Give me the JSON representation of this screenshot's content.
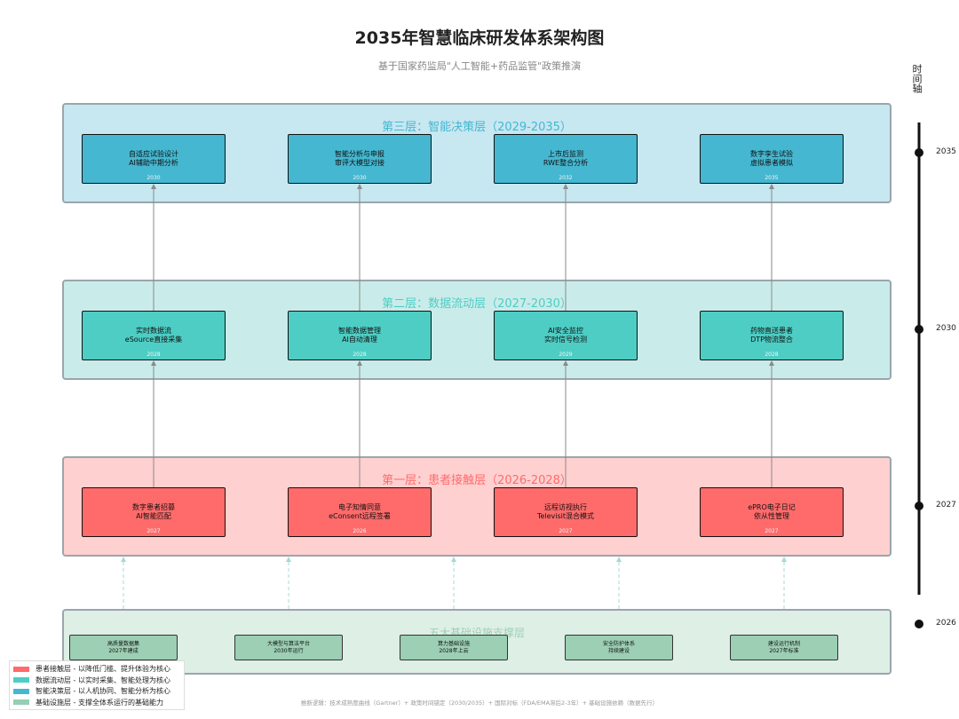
{
  "title": "2035年智慧临床研发体系架构图",
  "subtitle": "基于国家药监局\"人工智能+药品监管\"政策推演",
  "colors": {
    "layer3_fill": "#c7e7f1",
    "layer3_card": "#45b7d1",
    "layer3_title": "#45b7d1",
    "layer2_fill": "#c9ecea",
    "layer2_card": "#4ecdc4",
    "layer2_title": "#4ecdc4",
    "layer1_fill": "#ffd0d0",
    "layer1_card": "#ff6b6b",
    "layer1_title": "#ff6b6b",
    "infra_fill": "#deefe6",
    "infra_card": "#9ccfb3",
    "infra_title": "#9ccfb3"
  },
  "layers": {
    "l3": {
      "title": "第三层：智能决策层（2029-2035）",
      "cards": [
        {
          "line1": "自适应试验设计",
          "line2": "AI辅助中期分析",
          "year": "2030"
        },
        {
          "line1": "智能分析与申报",
          "line2": "审评大模型对接",
          "year": "2030"
        },
        {
          "line1": "上市后监测",
          "line2": "RWE整合分析",
          "year": "2032"
        },
        {
          "line1": "数字孪生试验",
          "line2": "虚拟患者模拟",
          "year": "2035"
        }
      ]
    },
    "l2": {
      "title": "第二层：数据流动层（2027-2030）",
      "cards": [
        {
          "line1": "实时数据流",
          "line2": "eSource直接采集",
          "year": "2028"
        },
        {
          "line1": "智能数据管理",
          "line2": "AI自动清理",
          "year": "2028"
        },
        {
          "line1": "AI安全监控",
          "line2": "实时信号检测",
          "year": "2029"
        },
        {
          "line1": "药物直送患者",
          "line2": "DTP物流整合",
          "year": "2028"
        }
      ]
    },
    "l1": {
      "title": "第一层：患者接触层（2026-2028）",
      "cards": [
        {
          "line1": "数字患者招募",
          "line2": "AI智能匹配",
          "year": "2027"
        },
        {
          "line1": "电子知情同意",
          "line2": "eConsent远程签署",
          "year": "2026"
        },
        {
          "line1": "远程访视执行",
          "line2": "Televisit混合模式",
          "year": "2027"
        },
        {
          "line1": "ePRO电子日记",
          "line2": "依从性管理",
          "year": "2027"
        }
      ]
    },
    "infra": {
      "title": "五大基础设施支撑层",
      "cards": [
        {
          "line1": "高质量数据集",
          "line2": "2027年建成"
        },
        {
          "line1": "大模型与算法平台",
          "line2": "2030年运行"
        },
        {
          "line1": "算力基础设施",
          "line2": "2028年上云"
        },
        {
          "line1": "安全防护体系",
          "line2": "持续建设"
        },
        {
          "line1": "建设运行机制",
          "line2": "2027年标准"
        }
      ]
    }
  },
  "timeline": {
    "title": "时间轴",
    "ticks": [
      "2035",
      "2030",
      "2027",
      "2026"
    ]
  },
  "legend": [
    {
      "label": "患者接触层 - 以降低门槛、提升体验为核心",
      "color": "#ff6b6b"
    },
    {
      "label": "数据流动层 - 以实时采集、智能处理为核心",
      "color": "#4ecdc4"
    },
    {
      "label": "智能决策层 - 以人机协同、智能分析为核心",
      "color": "#45b7d1"
    },
    {
      "label": "基础设施层 - 支撑全体系运行的基础能力",
      "color": "#96ceb4"
    }
  ],
  "footnote": "推断逻辑：技术成熟度曲线（Gartner）+ 政策时间锚定（2030/2035）+ 国际对标（FDA/EMA滞后2-3年）+ 基础设施依赖（数据先行）"
}
